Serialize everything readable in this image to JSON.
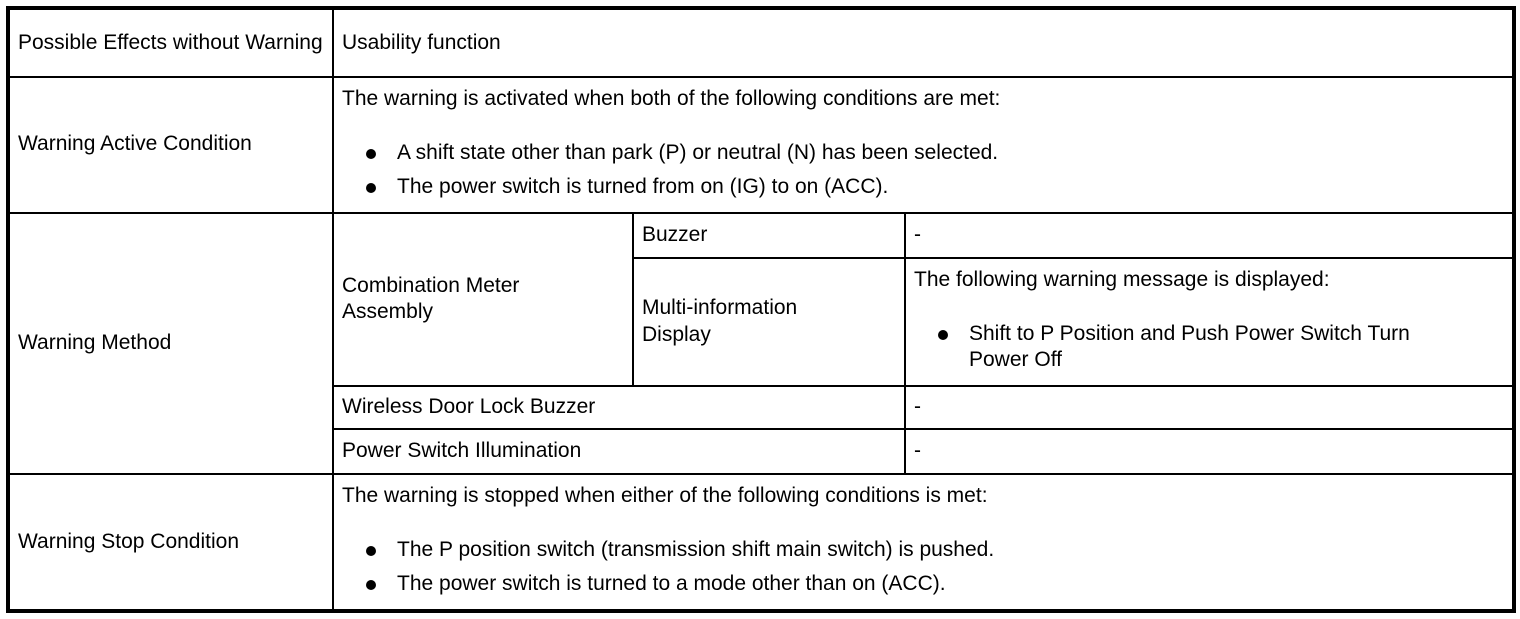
{
  "colors": {
    "border": "#000000",
    "text": "#000000",
    "background": "#ffffff"
  },
  "table": {
    "rows": {
      "possible_effects": {
        "label": "Possible Effects without Warning",
        "value": "Usability function"
      },
      "warning_active": {
        "label": "Warning Active Condition",
        "intro": "The warning is activated when both of the following conditions are met:",
        "bullets": [
          "A shift state other than park (P) or neutral (N) has been selected.",
          "The power switch is turned from on (IG) to on (ACC)."
        ]
      },
      "warning_method": {
        "label": "Warning Method",
        "combination_meter": {
          "label": "Combination Meter Assembly",
          "buzzer": {
            "label": "Buzzer",
            "value": "-"
          },
          "multi_information_display": {
            "label": "Multi-information Display",
            "intro": "The following warning message is displayed:",
            "bullets": [
              "Shift to P Position and Push Power Switch Turn Power Off"
            ]
          }
        },
        "wireless_door_lock_buzzer": {
          "label": "Wireless Door Lock Buzzer",
          "value": "-"
        },
        "power_switch_illumination": {
          "label": "Power Switch Illumination",
          "value": "-"
        }
      },
      "warning_stop": {
        "label": "Warning Stop Condition",
        "intro": "The warning is stopped when either of the following conditions is met:",
        "bullets": [
          "The P position switch (transmission shift main switch) is pushed.",
          "The power switch is turned to a mode other than on (ACC)."
        ]
      }
    }
  }
}
